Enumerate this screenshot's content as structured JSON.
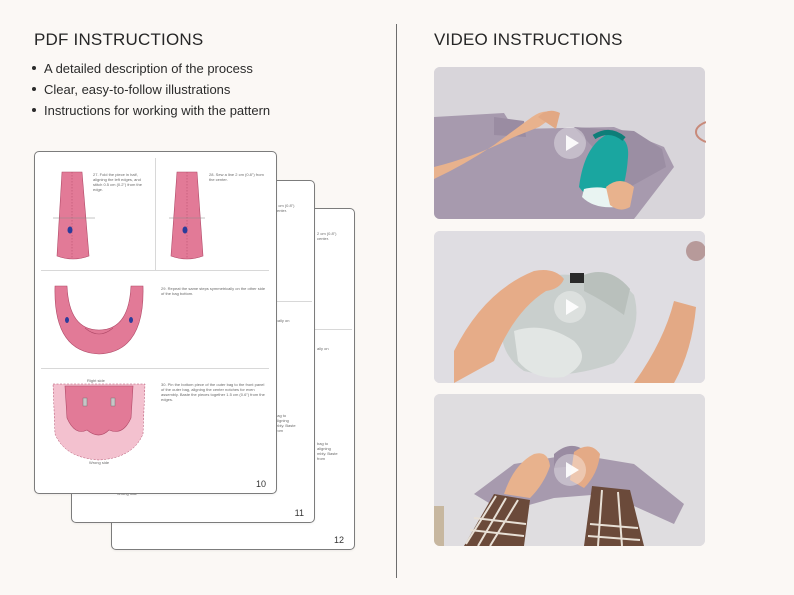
{
  "pdf_section": {
    "title": "PDF INSTRUCTIONS",
    "bullets": [
      "A detailed description of the process",
      "Clear, easy-to-follow illustrations",
      "Instructions for working with the pattern"
    ],
    "pages": [
      {
        "number": "10",
        "steps": [
          "27. Fold the piece in half, aligning the left edges, and stitch 0.5 cm (0.2\") from the edge.",
          "28. Sew a line 2 cm (0.8\") from the center.",
          "29. Repeat the same steps symmetrically on the other side of the bag bottom.",
          "30. Pin the bottom piece of the outer bag to the front panel of the outer bag, aligning the center notches for even assembly. Baste the pieces together 1.5 cm (0.6\") from the edges."
        ],
        "labels": [
          "Right side",
          "Wrong side"
        ]
      },
      {
        "number": "11"
      },
      {
        "number": "12"
      }
    ]
  },
  "video_section": {
    "title": "VIDEO INSTRUCTIONS",
    "videos": [
      {
        "scene": "ironing-fabric"
      },
      {
        "scene": "sewing-lining"
      },
      {
        "scene": "folding-fabric"
      }
    ]
  },
  "colors": {
    "background": "#fbf8f5",
    "pattern_pink": "#e27a97",
    "pattern_light_pink": "#f3c1cf",
    "fabric_lavender": "#a79aae",
    "iron_teal": "#1aa6a0"
  }
}
